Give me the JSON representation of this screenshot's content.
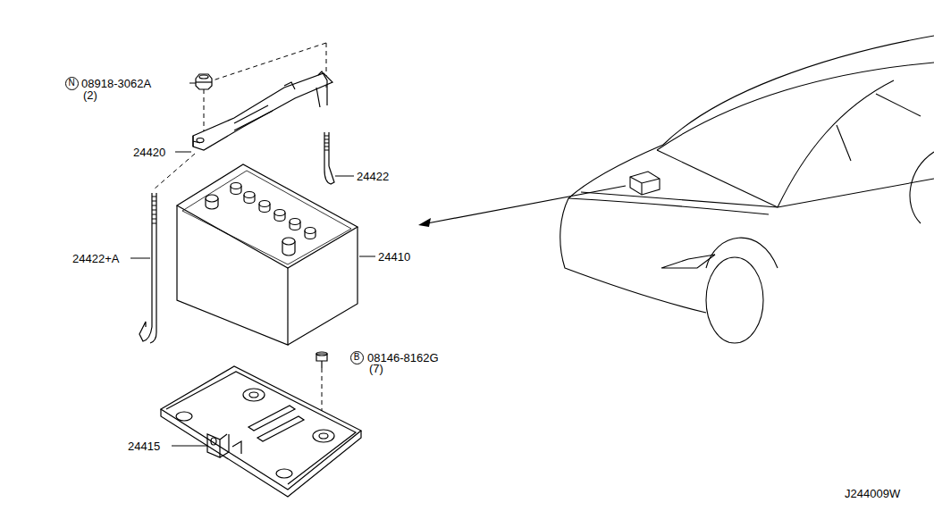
{
  "diagram": {
    "nodes": [
      {
        "text": [
          "N"
        ]
      },
      {
        "text": [
          "B"
        ]
      }
    ],
    "labels": [
      "08918-3062A",
      "(2)",
      "24420",
      "24422",
      "24422+A",
      "24410",
      "08146-8162G",
      "(7)",
      "24415",
      "J244009W"
    ]
  }
}
